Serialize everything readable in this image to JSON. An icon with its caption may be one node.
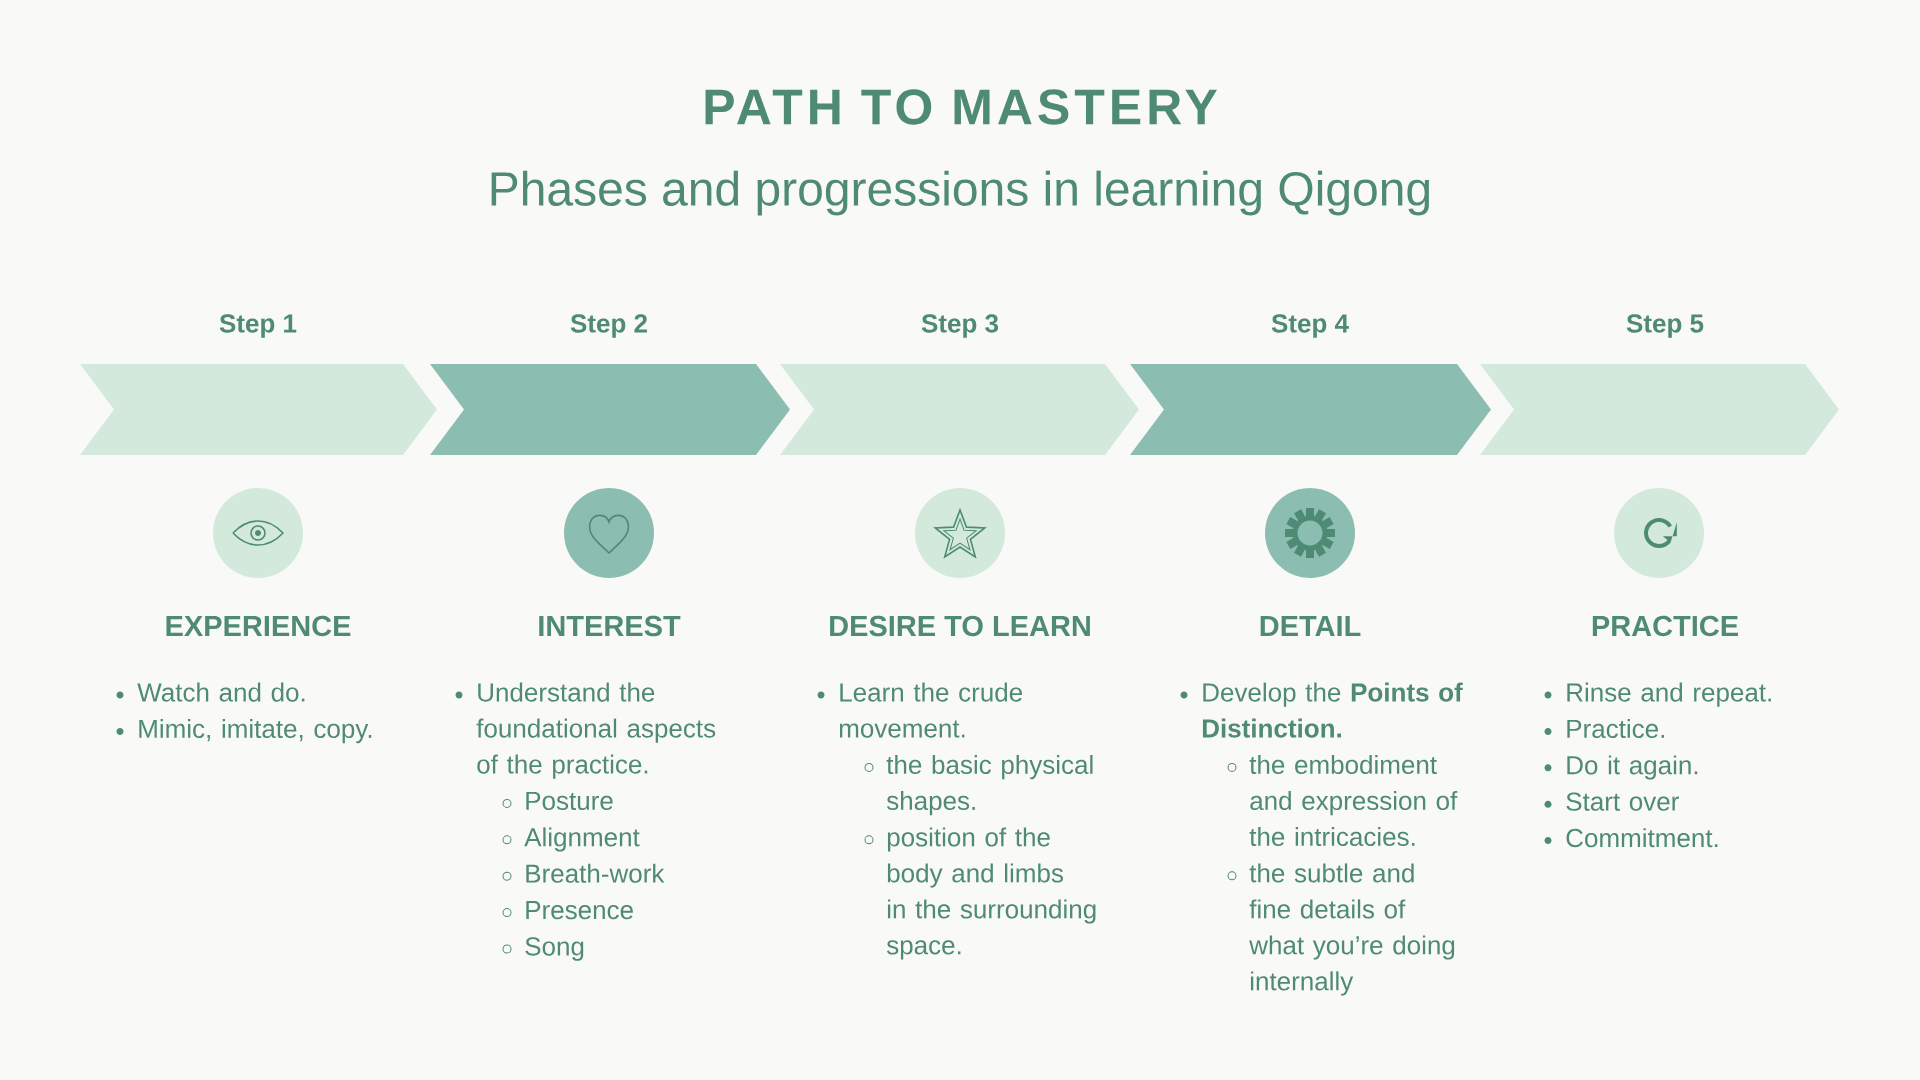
{
  "diagram": {
    "title": "PATH TO MASTERY",
    "caption": "Phases and progressions in learning Qigong",
    "nodes": [
      {
        "text": [
          "Step 1"
        ],
        "beside": [
          "EXPERIENCE",
          "Watch and do.",
          "Mimic, imitate, copy."
        ]
      },
      {
        "text": [
          "Step 2"
        ],
        "beside": [
          "INTEREST",
          "Understand the foundational aspects of the practice.",
          "Posture",
          "Alignment",
          "Breath-work",
          "Presence",
          "Song"
        ]
      },
      {
        "text": [
          "Step 3"
        ],
        "beside": [
          "DESIRE TO LEARN",
          "Learn the crude movement.",
          "the basic physical shapes.",
          "position of the body and limbs in the surrounding space."
        ]
      },
      {
        "text": [
          "Step 4"
        ],
        "beside": [
          "DETAIL",
          "Develop the **Points of Distinction.**",
          "the embodiment and expression of the intricacies.",
          "the subtle and fine details of what you’re doing internally"
        ]
      },
      {
        "text": [
          "Step 5"
        ],
        "beside": [
          "PRACTICE",
          "Rinse and repeat.",
          "Practice.",
          "Do it again.",
          "Start over",
          "Commitment."
        ]
      }
    ]
  }
}
